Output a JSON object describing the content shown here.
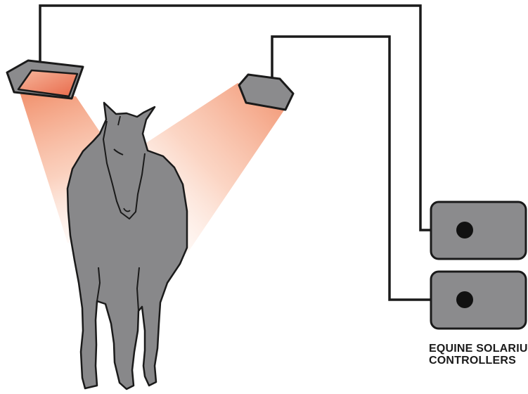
{
  "caption": {
    "line1": "EQUINE SOLARIUM",
    "line2": "CONTROLLERS"
  },
  "colors": {
    "outline": "#1a1a1a",
    "device_gray": "#8b8b8d",
    "horse_gray": "#88888a",
    "lamp_glow": "#f08a64",
    "light_beam": "#f59070",
    "indicator": "#111111"
  },
  "icons": {
    "heat_lamps": "infrared-heat-lamp",
    "controllers": "controller-box",
    "animal": "horse-silhouette"
  }
}
